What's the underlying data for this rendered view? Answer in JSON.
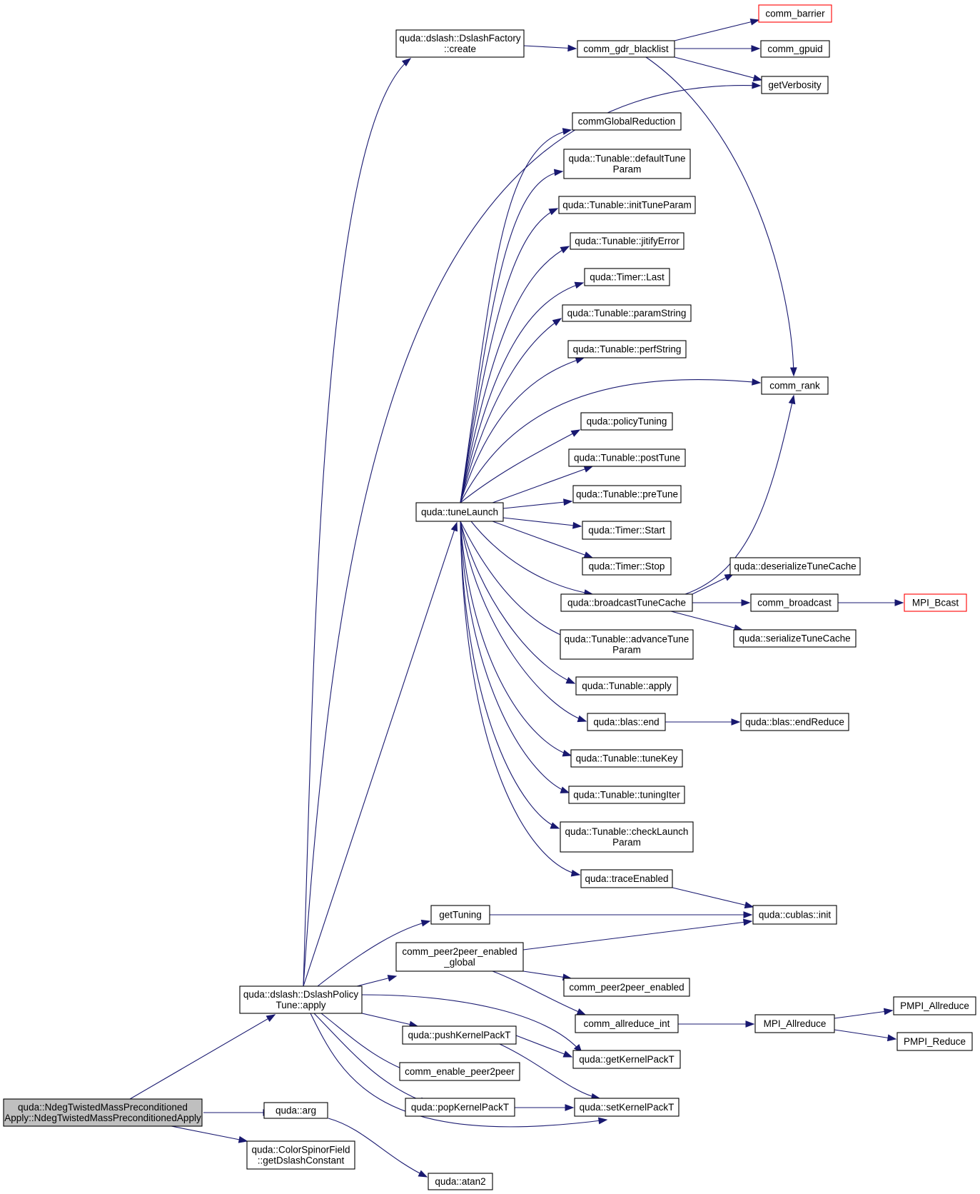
{
  "colors": {
    "edge": "#191970",
    "node_border": "#000000",
    "truncated_border": "#ff0000",
    "root_fill": "#bfbfbf",
    "node_fill": "#ffffff"
  },
  "nodes": [
    {
      "id": "root",
      "lines": [
        "quda::NdegTwistedMassPreconditioned",
        "Apply::NdegTwistedMassPreconditionedApply"
      ],
      "root": true
    },
    {
      "id": "policyapply",
      "lines": [
        "quda::dslash::DslashPolicy",
        "Tune::apply"
      ]
    },
    {
      "id": "arg",
      "lines": [
        "quda::arg"
      ]
    },
    {
      "id": "getdslash",
      "lines": [
        "quda::ColorSpinorField",
        "::getDslashConstant"
      ]
    },
    {
      "id": "atan2",
      "lines": [
        "quda::atan2"
      ]
    },
    {
      "id": "factory",
      "lines": [
        "quda::dslash::DslashFactory",
        "::create"
      ]
    },
    {
      "id": "gdrblack",
      "lines": [
        "comm_gdr_blacklist"
      ]
    },
    {
      "id": "barrier",
      "lines": [
        "comm_barrier"
      ],
      "truncated": true
    },
    {
      "id": "gpuid",
      "lines": [
        "comm_gpuid"
      ]
    },
    {
      "id": "verbosity",
      "lines": [
        "getVerbosity"
      ]
    },
    {
      "id": "globalred",
      "lines": [
        "commGlobalReduction"
      ]
    },
    {
      "id": "deftune",
      "lines": [
        "quda::Tunable::defaultTune",
        "Param"
      ]
    },
    {
      "id": "inittune",
      "lines": [
        "quda::Tunable::initTuneParam"
      ]
    },
    {
      "id": "jitify",
      "lines": [
        "quda::Tunable::jitifyError"
      ]
    },
    {
      "id": "timerlast",
      "lines": [
        "quda::Timer::Last"
      ]
    },
    {
      "id": "paramstr",
      "lines": [
        "quda::Tunable::paramString"
      ]
    },
    {
      "id": "perfstr",
      "lines": [
        "quda::Tunable::perfString"
      ]
    },
    {
      "id": "commrank",
      "lines": [
        "comm_rank"
      ]
    },
    {
      "id": "policytuning",
      "lines": [
        "quda::policyTuning"
      ]
    },
    {
      "id": "posttune",
      "lines": [
        "quda::Tunable::postTune"
      ]
    },
    {
      "id": "pretune",
      "lines": [
        "quda::Tunable::preTune"
      ]
    },
    {
      "id": "tunelaunch",
      "lines": [
        "quda::tuneLaunch"
      ]
    },
    {
      "id": "timerstart",
      "lines": [
        "quda::Timer::Start"
      ]
    },
    {
      "id": "timerstop",
      "lines": [
        "quda::Timer::Stop"
      ]
    },
    {
      "id": "deserial",
      "lines": [
        "quda::deserializeTuneCache"
      ]
    },
    {
      "id": "bcasttc",
      "lines": [
        "quda::broadcastTuneCache"
      ]
    },
    {
      "id": "commbcast",
      "lines": [
        "comm_broadcast"
      ]
    },
    {
      "id": "mpibcast",
      "lines": [
        "MPI_Bcast"
      ],
      "truncated": true
    },
    {
      "id": "serial",
      "lines": [
        "quda::serializeTuneCache"
      ]
    },
    {
      "id": "advtune",
      "lines": [
        "quda::Tunable::advanceTune",
        "Param"
      ]
    },
    {
      "id": "tunapply",
      "lines": [
        "quda::Tunable::apply"
      ]
    },
    {
      "id": "blasend",
      "lines": [
        "quda::blas::end"
      ]
    },
    {
      "id": "endreduce",
      "lines": [
        "quda::blas::endReduce"
      ]
    },
    {
      "id": "tunekey",
      "lines": [
        "quda::Tunable::tuneKey"
      ]
    },
    {
      "id": "tuningiter",
      "lines": [
        "quda::Tunable::tuningIter"
      ]
    },
    {
      "id": "checklaunch",
      "lines": [
        "quda::Tunable::checkLaunch",
        "Param"
      ]
    },
    {
      "id": "trace",
      "lines": [
        "quda::traceEnabled"
      ]
    },
    {
      "id": "cublasinit",
      "lines": [
        "quda::cublas::init"
      ]
    },
    {
      "id": "gettuning",
      "lines": [
        "getTuning"
      ]
    },
    {
      "id": "p2pglobal",
      "lines": [
        "comm_peer2peer_enabled",
        "_global"
      ]
    },
    {
      "id": "p2penabled",
      "lines": [
        "comm_peer2peer_enabled"
      ]
    },
    {
      "id": "allreduceint",
      "lines": [
        "comm_allreduce_int"
      ]
    },
    {
      "id": "mpiallreduce",
      "lines": [
        "MPI_Allreduce"
      ]
    },
    {
      "id": "pmpiallreduce",
      "lines": [
        "PMPI_Allreduce"
      ]
    },
    {
      "id": "pmpireduce",
      "lines": [
        "PMPI_Reduce"
      ]
    },
    {
      "id": "pushkernel",
      "lines": [
        "quda::pushKernelPackT"
      ]
    },
    {
      "id": "getkernel",
      "lines": [
        "quda::getKernelPackT"
      ]
    },
    {
      "id": "enablep2p",
      "lines": [
        "comm_enable_peer2peer"
      ]
    },
    {
      "id": "popkernel",
      "lines": [
        "quda::popKernelPackT"
      ]
    },
    {
      "id": "setkernel",
      "lines": [
        "quda::setKernelPackT"
      ]
    }
  ]
}
